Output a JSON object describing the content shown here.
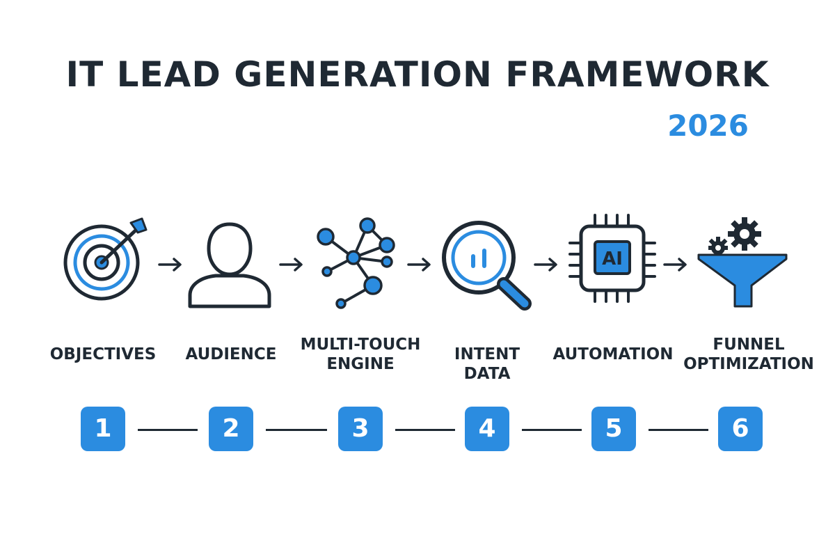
{
  "title": "IT LEAD GENERATION FRAMEWORK",
  "year": "2026",
  "accent_color": "#2b8ce0",
  "text_color": "#1f2933",
  "steps": [
    {
      "number": "1",
      "icon": "target-arrow-icon",
      "label_lines": [
        "OBJECTIVES"
      ]
    },
    {
      "number": "2",
      "icon": "person-icon",
      "label_lines": [
        "AUDIENCE"
      ]
    },
    {
      "number": "3",
      "icon": "network-nodes-icon",
      "label_lines": [
        "MULTI-TOUCH",
        "ENGINE"
      ]
    },
    {
      "number": "4",
      "icon": "magnifier-chart-icon",
      "label_lines": [
        "INTENT",
        "DATA"
      ]
    },
    {
      "number": "5",
      "icon": "ai-chip-icon",
      "icon_text": "AI",
      "label_lines": [
        "AUTOMATION"
      ]
    },
    {
      "number": "6",
      "icon": "funnel-gears-icon",
      "label_lines": [
        "FUNNEL",
        "OPTIMIZATION"
      ]
    }
  ]
}
